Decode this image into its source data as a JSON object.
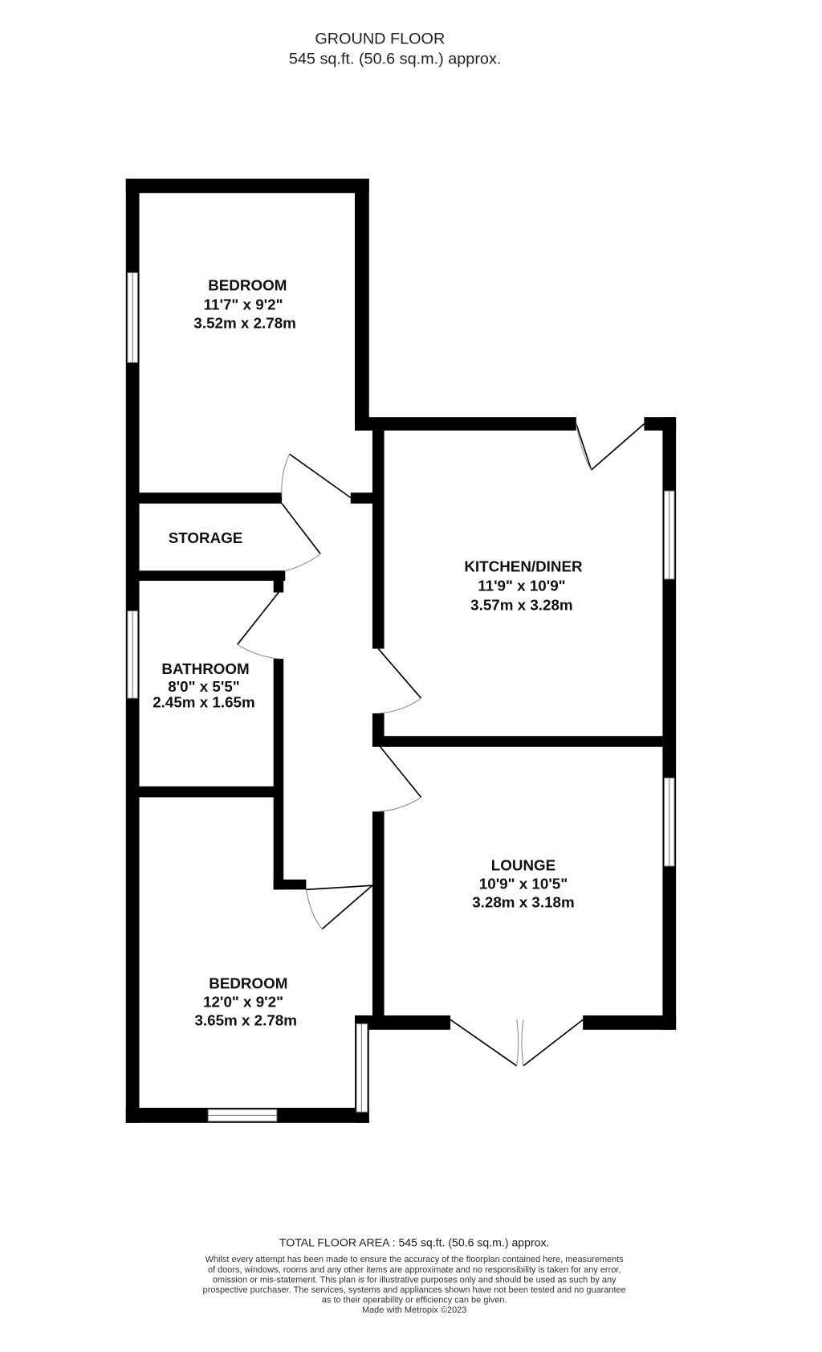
{
  "header": {
    "title": "GROUND FLOOR",
    "area": "545 sq.ft. (50.6 sq.m.) approx."
  },
  "rooms": [
    {
      "name": "BEDROOM",
      "imperial": "11'7\"  x 9'2\"",
      "metric": "3.52m  x 2.78m"
    },
    {
      "name": "STORAGE"
    },
    {
      "name": "KITCHEN/DINER",
      "imperial": "11'9\"  x 10'9\"",
      "metric": "3.57m  x 3.28m"
    },
    {
      "name": "BATHROOM",
      "imperial": "8'0\"  x 5'5\"",
      "metric": "2.45m  x 1.65m"
    },
    {
      "name": "LOUNGE",
      "imperial": "10'9\"  x 10'5\"",
      "metric": "3.28m  x 3.18m"
    },
    {
      "name": "BEDROOM",
      "imperial": "12'0\"  x 9'2\"",
      "metric": "3.65m  x 2.78m"
    }
  ],
  "footer": {
    "total": "TOTAL FLOOR AREA : 545 sq.ft. (50.6 sq.m.) approx.",
    "disclaimer": [
      "Whilst every attempt has been made to ensure the accuracy of the floorplan contained here, measurements",
      "of doors, windows, rooms and any other items are approximate and no responsibility is taken for any error,",
      "omission or mis-statement. This plan is for illustrative purposes only and should be used as such by any",
      "prospective purchaser. The services, systems and appliances shown have not been tested and no guarantee",
      "as to their operability or efficiency can be given."
    ],
    "credit": "Made with Metropix ©2023"
  }
}
